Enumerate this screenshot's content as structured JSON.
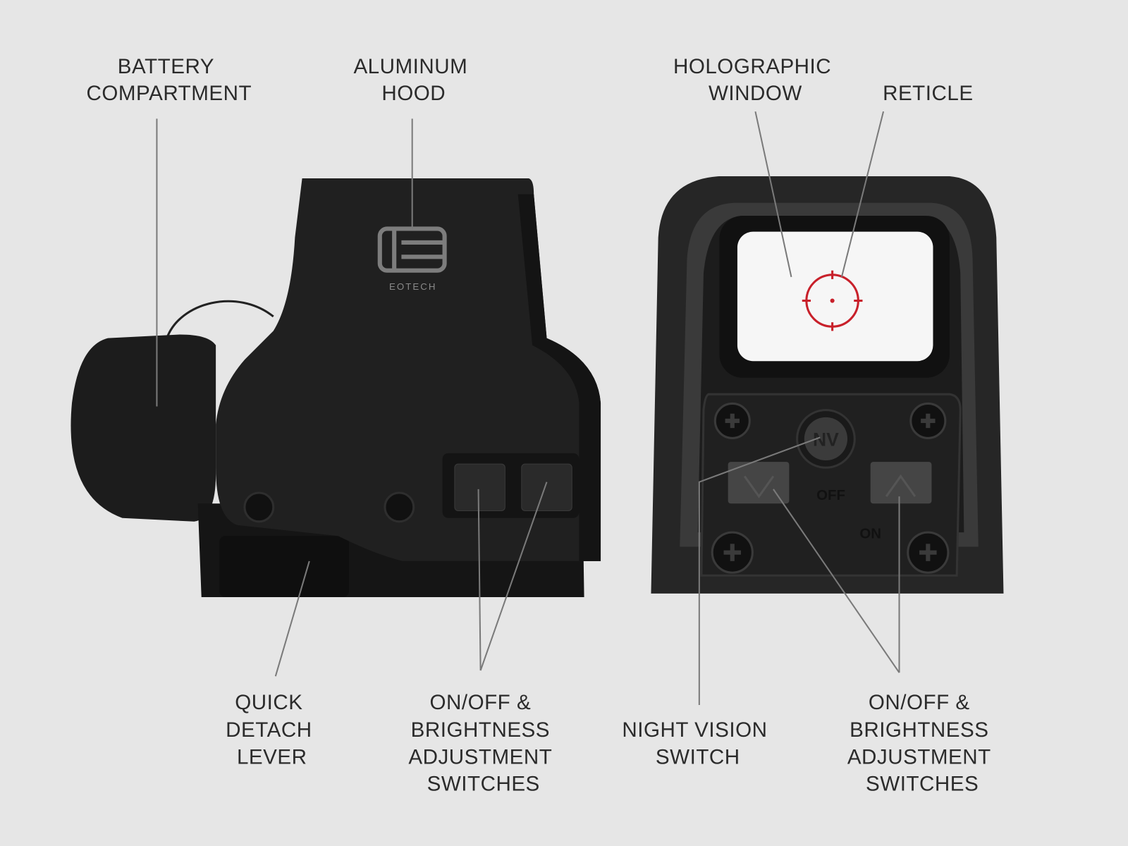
{
  "labels": {
    "battery_compartment": [
      "BATTERY",
      "COMPARTMENT"
    ],
    "aluminum_hood": [
      "ALUMINUM",
      "HOOD"
    ],
    "holographic_window": [
      "HOLOGRAPHIC",
      "WINDOW"
    ],
    "reticle": [
      "RETICLE"
    ],
    "quick_detach_lever": [
      "QUICK",
      "DETACH",
      "LEVER"
    ],
    "left_switches": [
      "ON/OFF &",
      "BRIGHTNESS",
      "ADJUSTMENT",
      "SWITCHES"
    ],
    "night_vision_switch": [
      "NIGHT VISION",
      "SWITCH"
    ],
    "right_switches": [
      "ON/OFF &",
      "BRIGHTNESS",
      "ADJUSTMENT",
      "SWITCHES"
    ]
  },
  "device": {
    "logo_text": "EOTECH",
    "nv_button": "NV",
    "off_mark": "OFF",
    "on_mark": "ON"
  },
  "colors": {
    "background": "#e6e6e6",
    "body": "#1e1e1e",
    "reticle": "#c8202a"
  }
}
